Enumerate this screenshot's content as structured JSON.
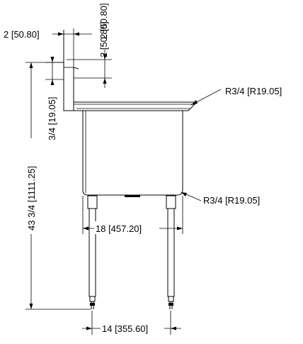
{
  "drawing": {
    "dim_top_width": "2 [50.80]",
    "dim_top_height_vertical": "2 [50.80]",
    "dim_rise_side": "2 [50.80]",
    "dim_backsplash_thickness": "3/4 [19.05]",
    "dim_overall_height": "43 3/4 [1111.25]",
    "radius_top": "R3/4 [R19.05]",
    "radius_bowl": "R3/4 [R19.05]",
    "dim_bowl_width": "18 [457.20]",
    "dim_leg_spacing": "14 [355.60]"
  }
}
